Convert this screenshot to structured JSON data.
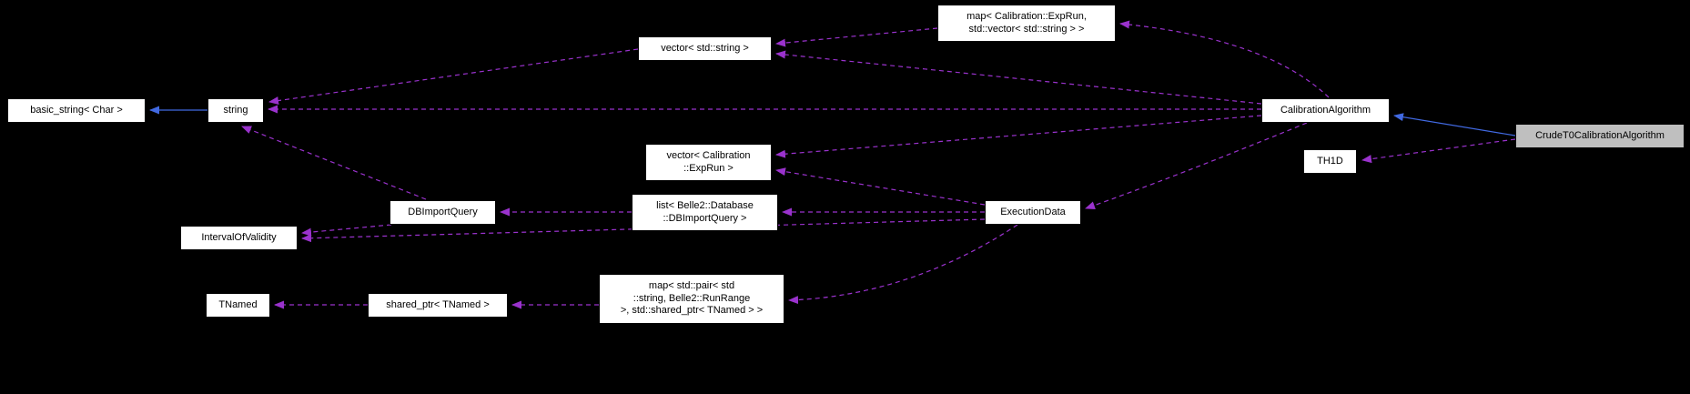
{
  "diagram": {
    "background": "#000000",
    "node_fill": "#ffffff",
    "highlight_fill": "#bfbfbf",
    "edge_colors": {
      "collaboration": "#9a32cd",
      "inheritance": "#4169e1"
    },
    "nodes": {
      "basic_string": {
        "label": "basic_string< Char >"
      },
      "string": {
        "label": "string"
      },
      "vector_string": {
        "label": "vector< std::string >"
      },
      "map_exprun_vector": {
        "label": "map< Calibration::ExpRun,\nstd::vector< std::string > >"
      },
      "calibration_algorithm": {
        "label": "CalibrationAlgorithm"
      },
      "crude_t0_calibration_algorithm": {
        "label": "CrudeT0CalibrationAlgorithm"
      },
      "th1d": {
        "label": "TH1D"
      },
      "vector_exprun": {
        "label": "vector< Calibration\n::ExpRun >"
      },
      "db_import_query": {
        "label": "DBImportQuery"
      },
      "list_db_import_query": {
        "label": "list< Belle2::Database\n::DBImportQuery >"
      },
      "execution_data": {
        "label": "ExecutionData"
      },
      "interval_of_validity": {
        "label": "IntervalOfValidity"
      },
      "tnamed": {
        "label": "TNamed"
      },
      "shared_ptr_tnamed": {
        "label": "shared_ptr< TNamed >"
      },
      "map_pair_shared_ptr": {
        "label": "map< std::pair< std\n::string, Belle2::RunRange\n >, std::shared_ptr< TNamed > >"
      }
    }
  }
}
